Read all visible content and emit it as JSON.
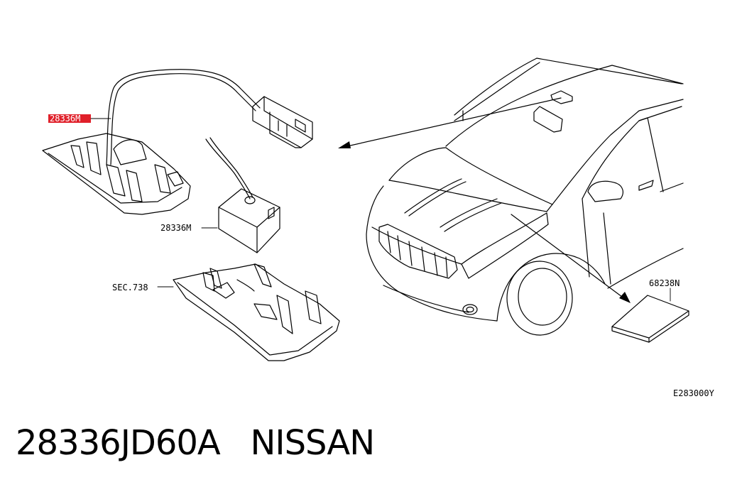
{
  "callouts": {
    "highlighted_part": "28336M",
    "module_part": "28336M",
    "sec_ref": "SEC.738",
    "label_part": "68238N",
    "diagram_code": "E283000Y"
  },
  "caption": {
    "part_number": "28336JD60A",
    "brand": "NISSAN"
  },
  "colors": {
    "highlight": "#e0202a",
    "line": "#000000"
  }
}
